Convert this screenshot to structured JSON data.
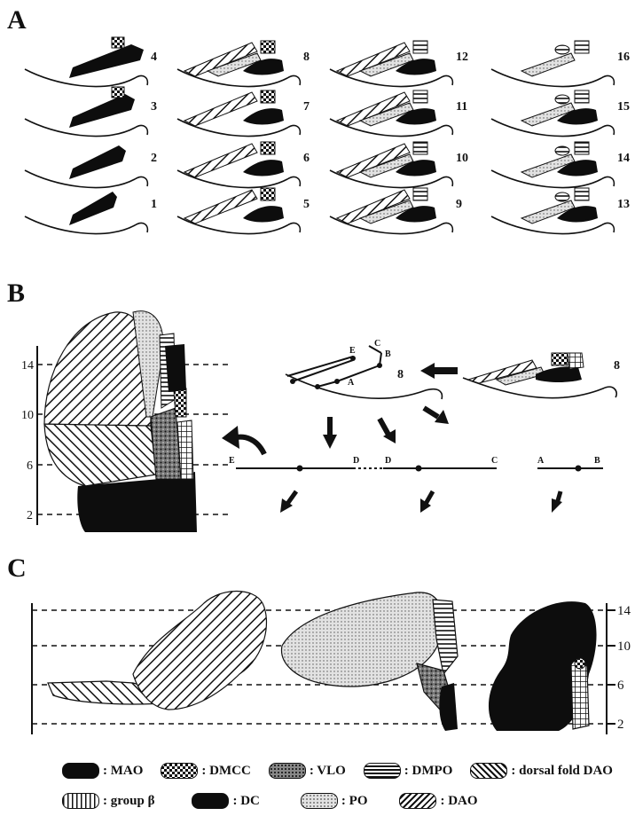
{
  "panels": {
    "a": "A",
    "b": "B",
    "c": "C"
  },
  "panel_a": {
    "section_numbers": [
      "1",
      "2",
      "3",
      "4",
      "5",
      "6",
      "7",
      "8",
      "9",
      "10",
      "11",
      "12",
      "13",
      "14",
      "15",
      "16"
    ]
  },
  "panel_b": {
    "scale_ticks": [
      "2",
      "6",
      "10",
      "14"
    ],
    "schematic_section": "8",
    "image_section": "8",
    "point_letters": [
      "A",
      "B",
      "C",
      "D",
      "E"
    ],
    "line1_left": "E",
    "line1_right": "D",
    "line2_left": "D",
    "line2_right": "C",
    "line3_left": "A",
    "line3_right": "B"
  },
  "panel_c": {
    "scale_ticks": [
      "2",
      "6",
      "10",
      "14"
    ]
  },
  "legend": {
    "row1": [
      {
        "code": "MAO",
        "label": ": MAO"
      },
      {
        "code": "DMCC",
        "label": ": DMCC"
      },
      {
        "code": "VLO",
        "label": ": VLO"
      },
      {
        "code": "DMPO",
        "label": ": DMPO"
      },
      {
        "code": "dfDAO",
        "label": ": dorsal fold DAO"
      }
    ],
    "row2": [
      {
        "code": "group_b",
        "label": ": group β"
      },
      {
        "code": "DC",
        "label": ": DC"
      },
      {
        "code": "PO",
        "label": ": PO"
      },
      {
        "code": "DAO",
        "label": ": DAO"
      }
    ]
  },
  "colors": {
    "ink": "#111111",
    "black_fill": "#0d0d0d",
    "background": "#ffffff"
  }
}
